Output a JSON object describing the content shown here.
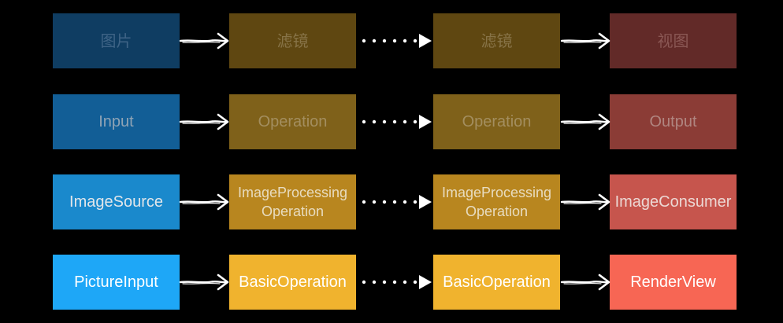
{
  "colors": {
    "row1": [
      "#0f3d62",
      "#5f4711",
      "#5f4711",
      "#622a28"
    ],
    "row2": [
      "#125e96",
      "#7f611a",
      "#7f611a",
      "#8b3c36"
    ],
    "row3": [
      "#1a89cc",
      "#b8861f",
      "#b8861f",
      "#c6554d"
    ],
    "row4": [
      "#1ea7f7",
      "#f0b32e",
      "#f0b32e",
      "#f76654"
    ],
    "text": [
      "#3a5a7a",
      "#7a6a4a",
      "#7a6a4a",
      "#7a5450"
    ],
    "text2": [
      "#8a9aaa",
      "#9c8a60",
      "#9c8a60",
      "#a9807a"
    ],
    "text3": "#e8e8e8",
    "text4": "#ffffff"
  },
  "rows": [
    {
      "col1": "图片",
      "col2": "滤镜",
      "col3": "滤镜",
      "col4": "视图"
    },
    {
      "col1": "Input",
      "col2": "Operation",
      "col3": "Operation",
      "col4": "Output"
    },
    {
      "col1": "ImageSource",
      "col2": "ImageProcessing\nOperation",
      "col3": "ImageProcessing\nOperation",
      "col4": "ImageConsumer"
    },
    {
      "col1": "PictureInput",
      "col2": "BasicOperation",
      "col3": "BasicOperation",
      "col4": "RenderView"
    }
  ]
}
